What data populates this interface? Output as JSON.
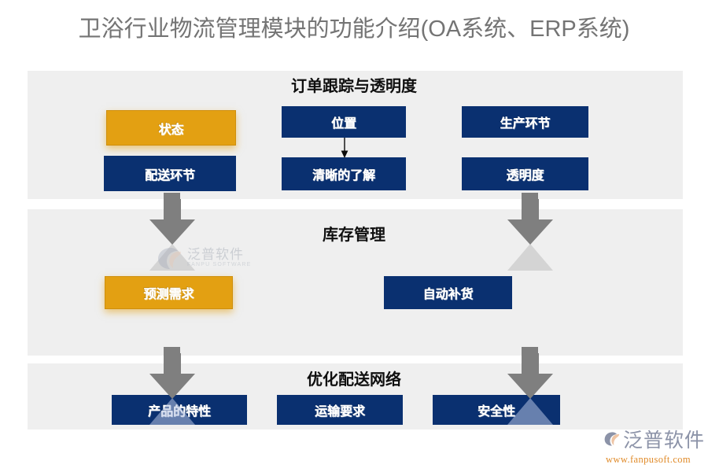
{
  "page": {
    "title": "卫浴行业物流管理模块的功能介绍(OA系统、ERP系统)",
    "background_color": "#ffffff",
    "panel_color": "#efefef",
    "accent_blue": "#0a3070",
    "accent_gold": "#e3a012",
    "arrow_gray": "#7f7f7f",
    "title_color": "#747474"
  },
  "sections": [
    {
      "heading": "订单跟踪与透明度",
      "boxes": [
        {
          "label": "状态",
          "style": "gold"
        },
        {
          "label": "位置",
          "style": "blue"
        },
        {
          "label": "生产环节",
          "style": "blue"
        },
        {
          "label": "配送环节",
          "style": "blue"
        },
        {
          "label": "清晰的了解",
          "style": "blue"
        },
        {
          "label": "透明度",
          "style": "blue"
        }
      ]
    },
    {
      "heading": "库存管理",
      "boxes": [
        {
          "label": "预测需求",
          "style": "gold"
        },
        {
          "label": "自动补货",
          "style": "blue"
        }
      ]
    },
    {
      "heading": "优化配送网络",
      "boxes": [
        {
          "label": "产品的特性",
          "style": "blue"
        },
        {
          "label": "运输要求",
          "style": "blue"
        },
        {
          "label": "安全性",
          "style": "blue"
        }
      ]
    }
  ],
  "watermark": {
    "cn": "泛普软件",
    "en": "FANPU SOFTWARE"
  },
  "logo": {
    "cn": "泛普软件",
    "url": "www.fanpusoft.com"
  }
}
